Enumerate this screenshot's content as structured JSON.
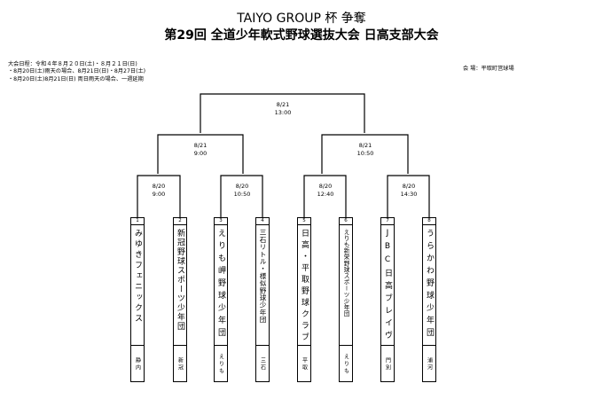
{
  "header": {
    "title1": "TAIYO GROUP 杯 争奪",
    "title2": "第29回 全道少年軟式野球選抜大会 日高支部大会"
  },
  "info": {
    "line1": "大会日程：令和４年８月２０日(土)・８月２１日(日)",
    "line2": "・8月20日(土)雨天の場合、8月21日(日)・8月27日(土)",
    "line3": "・8月20日(土)8月21日(日) 両日雨天の場合、一週延期"
  },
  "venue": "会 場：平取町営球場",
  "rounds": {
    "final": {
      "date": "8/21",
      "time": "13:00"
    },
    "semi_left": {
      "date": "8/21",
      "time": "9:00"
    },
    "semi_right": {
      "date": "8/21",
      "time": "10:50"
    },
    "r1": [
      {
        "date": "8/20",
        "time": "9:00"
      },
      {
        "date": "8/20",
        "time": "10:50"
      },
      {
        "date": "8/20",
        "time": "12:40"
      },
      {
        "date": "8/20",
        "time": "14:30"
      }
    ]
  },
  "teams": [
    {
      "num": "1",
      "name": "みゆきフェニックス",
      "area": "静内"
    },
    {
      "num": "2",
      "name": "新冠野球スポーツ少年団",
      "area": "新冠"
    },
    {
      "num": "3",
      "name": "えりも岬野球少年団",
      "area": "えりも"
    },
    {
      "num": "4",
      "name": "三石リトル・様似野球少年団",
      "area": "三石"
    },
    {
      "num": "5",
      "name": "日高・平取野球クラブ",
      "area": "平取"
    },
    {
      "num": "6",
      "name": "えりも新栄野球スポーツ少年団",
      "area": "えりも"
    },
    {
      "num": "7",
      "name": "JBC日高ブレイヴ",
      "area": "門別"
    },
    {
      "num": "8",
      "name": "うらかわ野球少年団",
      "area": "浦河"
    }
  ]
}
